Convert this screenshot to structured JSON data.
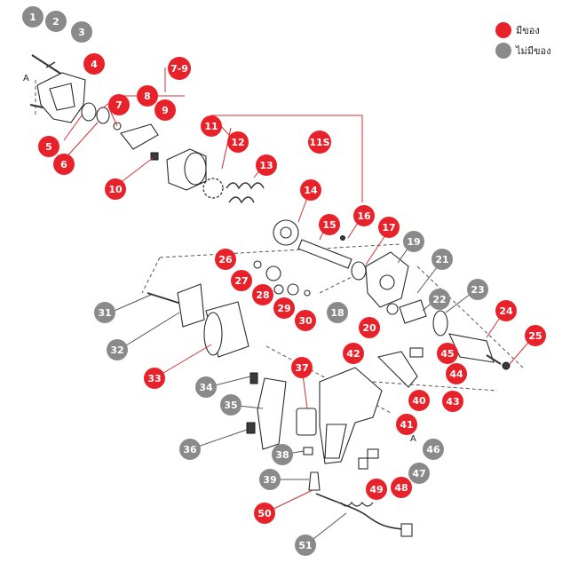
{
  "legend": {
    "available": {
      "label": "มีของ",
      "color": "#e8222a"
    },
    "unavailable": {
      "label": "ไม่มีของ",
      "color": "#8a8a8a"
    }
  },
  "marker_letter": "A",
  "parts": [
    {
      "label": "1",
      "status": "unavailable"
    },
    {
      "label": "2",
      "status": "unavailable"
    },
    {
      "label": "3",
      "status": "unavailable"
    },
    {
      "label": "4",
      "status": "available"
    },
    {
      "label": "5",
      "status": "available"
    },
    {
      "label": "6",
      "status": "available"
    },
    {
      "label": "7-9",
      "status": "available"
    },
    {
      "label": "7",
      "status": "available"
    },
    {
      "label": "8",
      "status": "available"
    },
    {
      "label": "9",
      "status": "available"
    },
    {
      "label": "10",
      "status": "available"
    },
    {
      "label": "11",
      "status": "available"
    },
    {
      "label": "11S",
      "status": "available"
    },
    {
      "label": "12",
      "status": "available"
    },
    {
      "label": "13",
      "status": "available"
    },
    {
      "label": "14",
      "status": "available"
    },
    {
      "label": "15",
      "status": "available"
    },
    {
      "label": "16",
      "status": "available"
    },
    {
      "label": "17",
      "status": "available"
    },
    {
      "label": "18",
      "status": "unavailable"
    },
    {
      "label": "19",
      "status": "unavailable"
    },
    {
      "label": "20",
      "status": "available"
    },
    {
      "label": "21",
      "status": "unavailable"
    },
    {
      "label": "22",
      "status": "unavailable"
    },
    {
      "label": "23",
      "status": "unavailable"
    },
    {
      "label": "24",
      "status": "available"
    },
    {
      "label": "25",
      "status": "available"
    },
    {
      "label": "26",
      "status": "available"
    },
    {
      "label": "27",
      "status": "available"
    },
    {
      "label": "28",
      "status": "available"
    },
    {
      "label": "29",
      "status": "available"
    },
    {
      "label": "30",
      "status": "available"
    },
    {
      "label": "31",
      "status": "unavailable"
    },
    {
      "label": "32",
      "status": "unavailable"
    },
    {
      "label": "33",
      "status": "available"
    },
    {
      "label": "34",
      "status": "unavailable"
    },
    {
      "label": "35",
      "status": "unavailable"
    },
    {
      "label": "36",
      "status": "unavailable"
    },
    {
      "label": "37",
      "status": "available"
    },
    {
      "label": "38",
      "status": "unavailable"
    },
    {
      "label": "39",
      "status": "unavailable"
    },
    {
      "label": "40",
      "status": "available"
    },
    {
      "label": "41",
      "status": "available"
    },
    {
      "label": "42",
      "status": "available"
    },
    {
      "label": "43",
      "status": "available"
    },
    {
      "label": "44",
      "status": "available"
    },
    {
      "label": "45",
      "status": "available"
    },
    {
      "label": "46",
      "status": "unavailable"
    },
    {
      "label": "47",
      "status": "unavailable"
    },
    {
      "label": "48",
      "status": "available"
    },
    {
      "label": "49",
      "status": "available"
    },
    {
      "label": "50",
      "status": "available"
    },
    {
      "label": "51",
      "status": "unavailable"
    }
  ]
}
